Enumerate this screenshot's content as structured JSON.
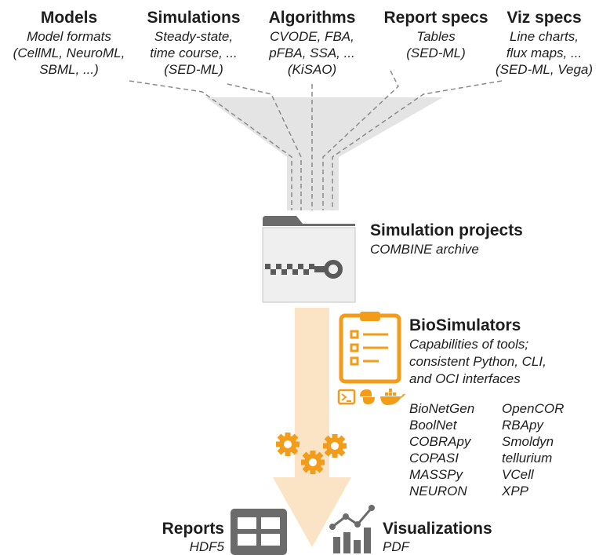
{
  "inputs": [
    {
      "title": "Models",
      "lines": [
        "Model formats",
        "(CellML, NeuroML,",
        "SBML, ...)"
      ]
    },
    {
      "title": "Simulations",
      "lines": [
        "Steady-state,",
        "time course, ...",
        "(SED-ML)"
      ]
    },
    {
      "title": "Algorithms",
      "lines": [
        "CVODE, FBA,",
        "pFBA, SSA, ...",
        "(KiSAO)"
      ]
    },
    {
      "title": "Report specs",
      "lines": [
        "Tables",
        "(SED-ML)"
      ]
    },
    {
      "title": "Viz specs",
      "lines": [
        "Line charts,",
        "flux maps, ...",
        "(SED-ML, Vega)"
      ]
    }
  ],
  "project": {
    "title": "Simulation projects",
    "subtitle": "COMBINE archive"
  },
  "biosimulators": {
    "title": "BioSimulators",
    "lines": [
      "Capabilities of tools;",
      "consistent Python, CLI,",
      "and OCI interfaces"
    ],
    "tools_left": [
      "BioNetGen",
      "BoolNet",
      "COBRApy",
      "COPASI",
      "MASSPy",
      "NEURON"
    ],
    "tools_right": [
      "OpenCOR",
      "RBApy",
      "Smoldyn",
      "tellurium",
      "VCell",
      "XPP"
    ]
  },
  "outputs": {
    "reports": {
      "title": "Reports",
      "subtitle": "HDF5"
    },
    "visualizations": {
      "title": "Visualizations",
      "subtitle": "PDF"
    }
  },
  "colors": {
    "accent": "#f39c1a",
    "arrow": "#fbe3c5",
    "gray": "#6b6b6b",
    "funnel": "#e4e4e4"
  }
}
